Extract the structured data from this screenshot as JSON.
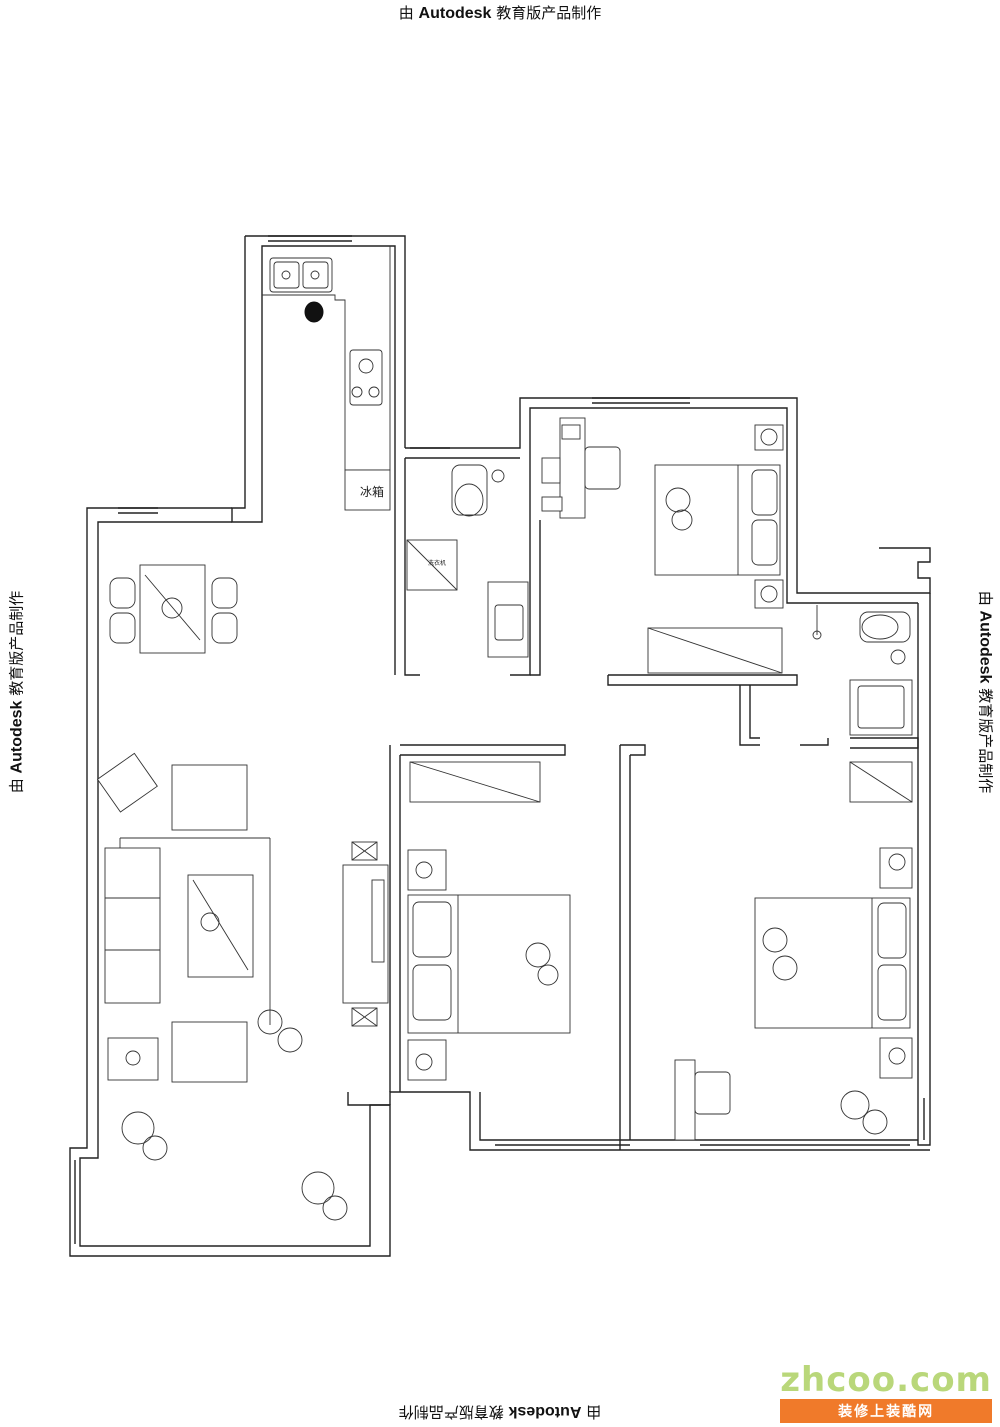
{
  "watermark": {
    "prefix": "由",
    "brand": "Autodesk",
    "suffix": "教育版产品制作"
  },
  "labels": {
    "fridge": "冰箱",
    "washer": "洗衣机"
  },
  "site_logo": {
    "site": "zhcoo.com",
    "slogan": "装修上装酷网"
  }
}
